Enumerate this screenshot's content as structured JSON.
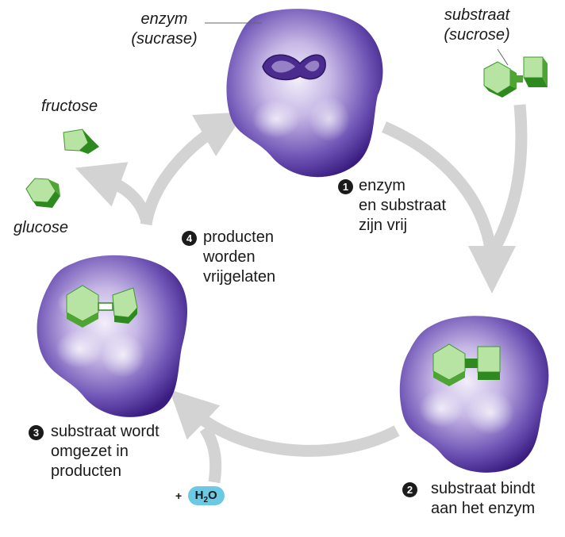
{
  "labels": {
    "enzyme_name": "enzym",
    "enzyme_example": "(sucrase)",
    "substrate_name": "substraat",
    "substrate_example": "(sucrose)",
    "fructose": "fructose",
    "glucose": "glucose"
  },
  "steps": [
    {
      "number": "1",
      "lines": [
        "enzym",
        "en substraat",
        "zijn vrij"
      ]
    },
    {
      "number": "2",
      "lines": [
        "substraat bindt",
        "aan het enzym"
      ]
    },
    {
      "number": "3",
      "lines": [
        "substraat wordt",
        "omgezet in",
        "producten"
      ]
    },
    {
      "number": "4",
      "lines": [
        "producten",
        "worden",
        "vrijgelaten"
      ]
    }
  ],
  "water": {
    "plus": "+",
    "formula": "H",
    "subscript": "2",
    "formula_end": "O"
  },
  "colors": {
    "enzyme_dark": "#3f1f86",
    "enzyme_mid": "#7157b8",
    "enzyme_light": "#f2eefa",
    "substrate_light": "#b7e3a3",
    "substrate_mid": "#5fb13f",
    "substrate_dark": "#2e8a1e",
    "arrow": "#d3d3d3",
    "water_pill": "#6cc9e4"
  }
}
